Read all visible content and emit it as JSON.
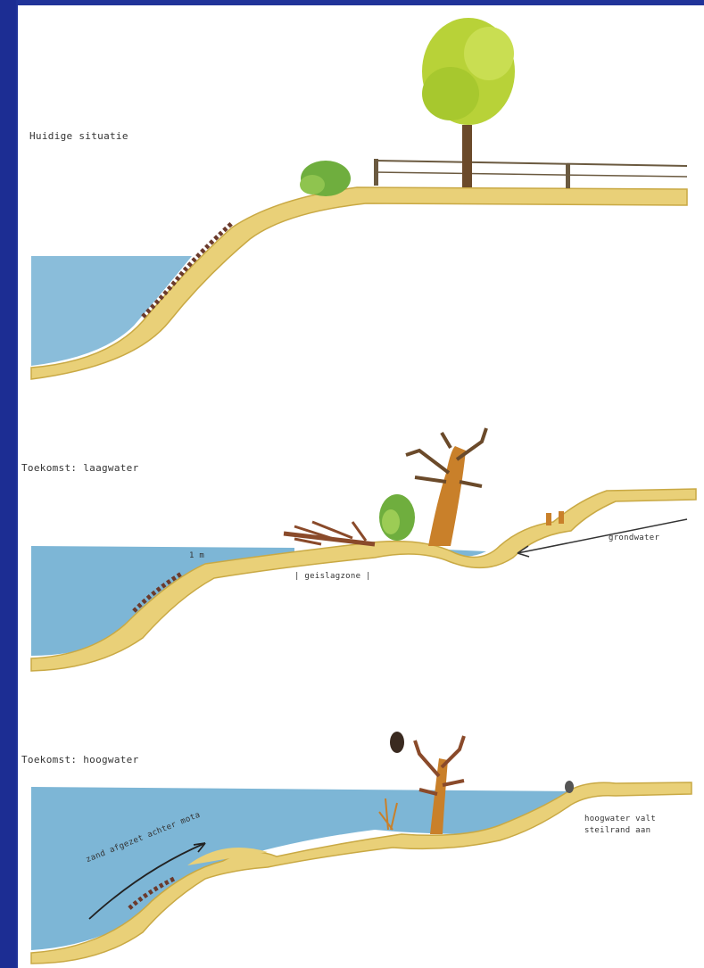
{
  "panels": {
    "current": {
      "title": "Huidige situatie"
    },
    "future_low": {
      "title": "Toekomst: laagwater",
      "depth_label": "1 m",
      "zone_label": "| geislagzone |",
      "groundwater_label": "grondwater"
    },
    "future_high": {
      "title": "Toekomst: hoogwater",
      "sand_label": "zand afgezet achter mota",
      "flood_label_line1": "hoogwater valt",
      "flood_label_line2": "steilrand aan"
    }
  },
  "colors": {
    "frame": "#1c2d93",
    "water": "#7db6d6",
    "water_dark": "#5a9cc4",
    "sand": "#e9d078",
    "sand_edge": "#c9a944",
    "tree_foliage": "#b8d238",
    "bush": "#6fae3e",
    "dead_tree": "#c9802a",
    "rocks": "#6b3a2c"
  }
}
